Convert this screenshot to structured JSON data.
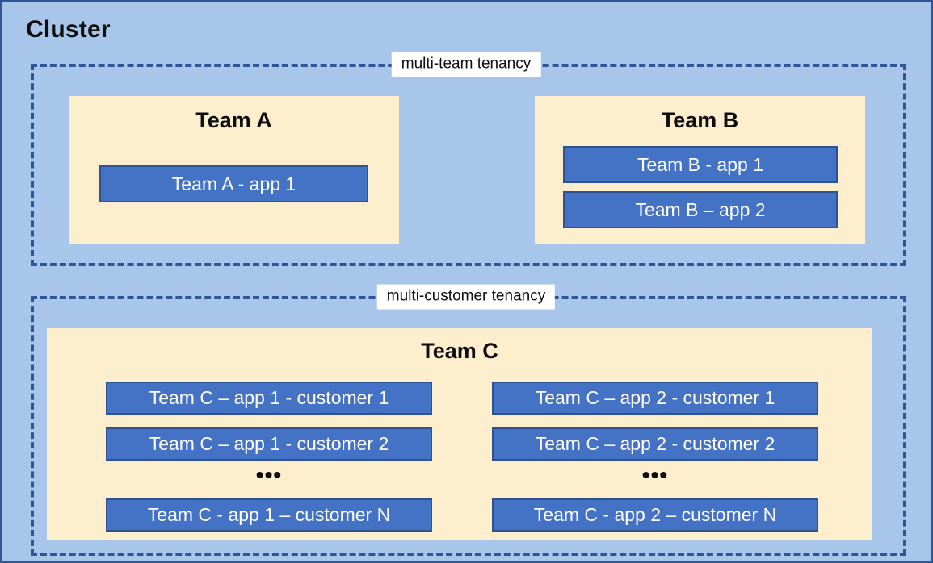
{
  "diagram": {
    "title": "Cluster",
    "colors": {
      "canvas_background": "#A8C6E9",
      "canvas_border": "#2F5597",
      "zone_dash": "#2F5597",
      "team_card": "#FDEFCD",
      "app_fill": "#4472C4",
      "app_border": "#2E528F",
      "app_text": "#FFFFFF",
      "heading_text": "#0D0D0D",
      "label_background": "#FFFFFF"
    },
    "zones": [
      {
        "id": "multi-team",
        "label": "multi-team tenancy",
        "teams": [
          {
            "id": "team-a",
            "heading": "Team A",
            "apps": [
              "Team A - app 1"
            ]
          },
          {
            "id": "team-b",
            "heading": "Team B",
            "apps": [
              "Team B - app 1",
              "Team B – app 2"
            ]
          }
        ]
      },
      {
        "id": "multi-customer",
        "label": "multi-customer tenancy",
        "teams": [
          {
            "id": "team-c",
            "heading": "Team C",
            "columns": [
              {
                "id": "app-1",
                "ellipsis": "•••",
                "apps": [
                  "Team C – app 1 - customer 1",
                  "Team C – app 1 - customer 2",
                  "Team C - app 1 – customer N"
                ]
              },
              {
                "id": "app-2",
                "ellipsis": "•••",
                "apps": [
                  "Team C – app 2 - customer 1",
                  "Team C – app 2 - customer 2",
                  "Team C - app 2 – customer N"
                ]
              }
            ]
          }
        ]
      }
    ]
  }
}
